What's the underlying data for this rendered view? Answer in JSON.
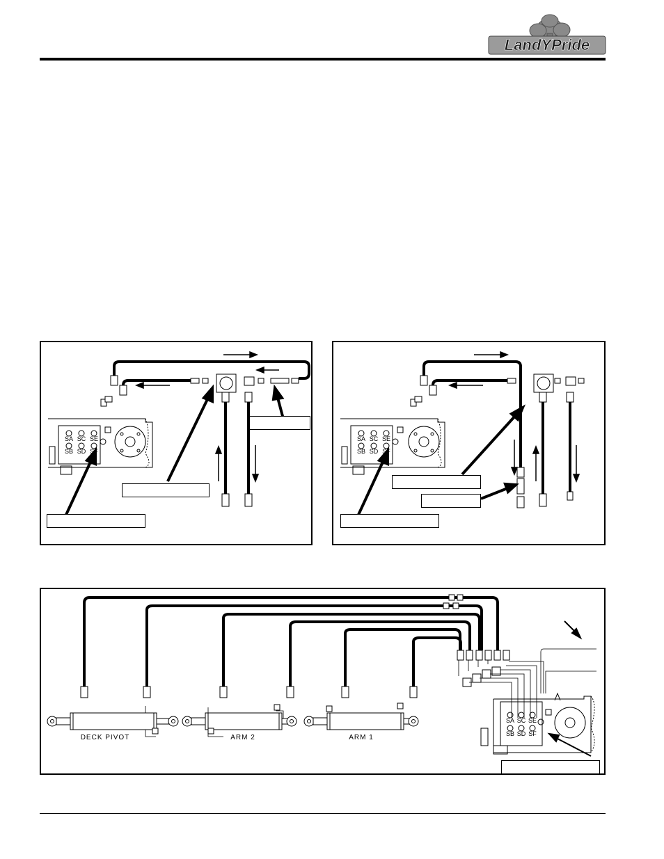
{
  "header": {
    "logo_text": "LandYPride"
  },
  "figure_left": {
    "port_labels_top": [
      "SA",
      "SC",
      "SE"
    ],
    "port_labels_bottom": [
      "SB",
      "SD",
      "SF"
    ]
  },
  "figure_right": {
    "port_labels_top": [
      "SA",
      "SC",
      "SE"
    ],
    "port_labels_bottom": [
      "SB",
      "SD",
      "SF"
    ]
  },
  "figure_bottom": {
    "cylinder_labels": {
      "deck_pivot": "DECK PIVOT",
      "arm2": "ARM 2",
      "arm1": "ARM 1"
    },
    "port_labels_top": [
      "SA",
      "SC",
      "SE"
    ],
    "port_labels_bottom": [
      "SB",
      "SD",
      "SF"
    ]
  }
}
